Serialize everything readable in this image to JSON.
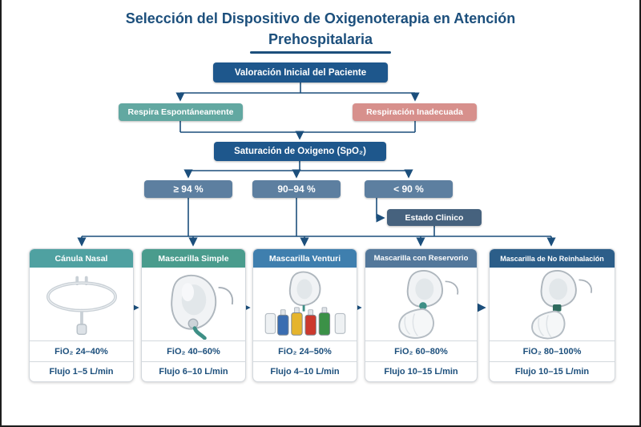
{
  "title": {
    "line1": "Selección del Dispositivo de Oxigenoterapia en Atención",
    "line2": "Prehospitalaria"
  },
  "colors": {
    "primary": "#1c4f7c",
    "connector": "#1c4f7c",
    "node_dark_blue": "#1e578c",
    "node_teal": "#62a8a1",
    "node_pink": "#d7908c",
    "node_slate": "#5d7fa0",
    "node_estado": "#46627e"
  },
  "flowchart": {
    "initial_assessment": "Valoración Inicial del Paciente",
    "spontaneous_breathing": "Respira Espontáneamente",
    "inadequate_breathing": "Respiración Inadecuada",
    "oxygen_saturation": "Saturación de Oxigeno (SpO₂)",
    "sat_high": "≥ 94 %",
    "sat_mid": "90–94 %",
    "sat_low": "< 90 %",
    "clinical_status": "Estado Clinico"
  },
  "devices": [
    {
      "name": "Cánula Nasal",
      "fio2": "FiO₂ 24–40%",
      "flujo": "Flujo 1–5 L/min",
      "header_color": "#4fa1a1"
    },
    {
      "name": "Mascarilla Simple",
      "fio2": "FiO₂ 40–60%",
      "flujo": "Flujo 6–10 L/min",
      "header_color": "#4a9c8d"
    },
    {
      "name": "Mascarilla Venturi",
      "fio2": "FiO₂ 24–50%",
      "flujo": "Flujo 4–10 L/min",
      "header_color": "#3f7fae"
    },
    {
      "name": "Mascarilla con Reservorio",
      "fio2": "FiO₂ 60–80%",
      "flujo": "Flujo 10–15 L/min",
      "header_color": "#53789b"
    },
    {
      "name": "Mascarilla de No Reinhalación",
      "fio2": "FiO₂ 80–100%",
      "flujo": "Flujo 10–15 L/min",
      "header_color": "#2c5e89"
    }
  ]
}
